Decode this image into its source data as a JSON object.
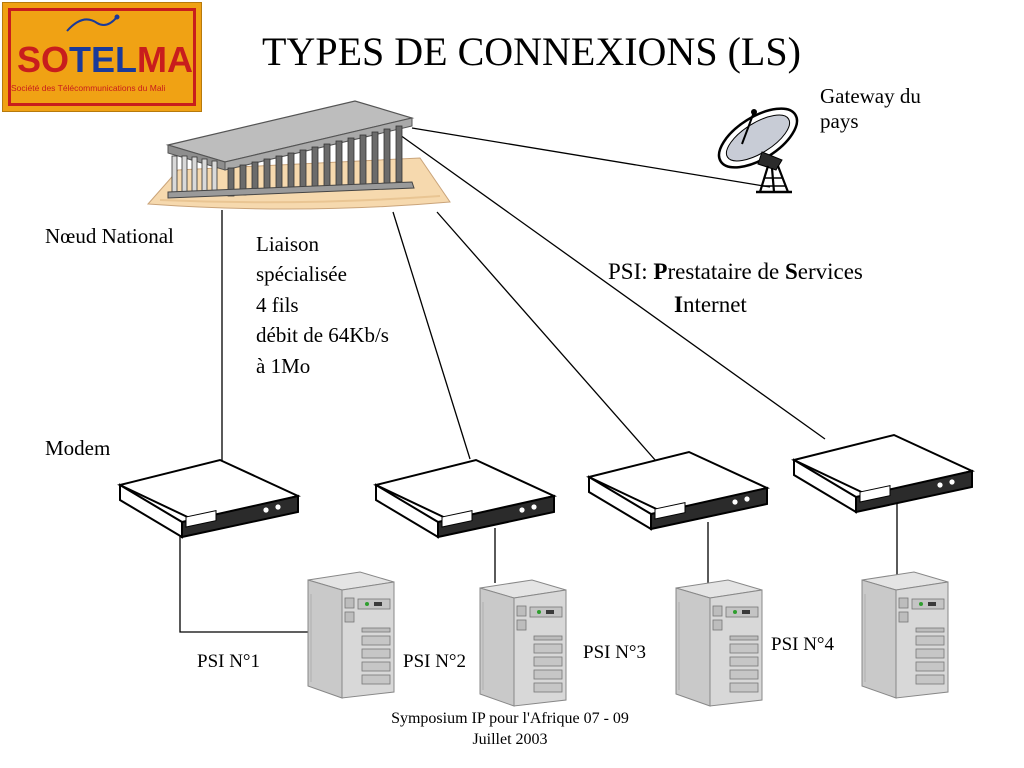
{
  "slide": {
    "title": "TYPES DE CONNEXIONS (LS)",
    "footer": "Symposium IP pour l'Afrique 07 - 09\nJuillet 2003"
  },
  "logo": {
    "text_so": "SO",
    "text_tel": "TEL",
    "text_ma": "MA",
    "subtitle": "Société des Télécommunications du Mali",
    "background_color": "#f0a214",
    "accent_red": "#c81d1d",
    "accent_blue": "#1a3a9a"
  },
  "labels": {
    "gateway": "Gateway du\npays",
    "national_node": "Nœud National",
    "leased_line": "Liaison\nspécialisée\n4 fils\ndébit de 64Kb/s\nà 1Mo",
    "psi_definition": {
      "prefix": "PSI: ",
      "p_initial": "P",
      "p_rest": "restataire de ",
      "s_initial": "S",
      "s_rest": "ervices",
      "i_initial": "I",
      "i_rest": "nternet"
    },
    "modem": "Modem"
  },
  "nodes": {
    "national_node_icon": "greek-temple-icon",
    "gateway_icon": "satellite-dish-icon",
    "modem_icon": "modem-icon",
    "server_icon": "tower-pc-icon"
  },
  "psi": [
    {
      "label": "PSI N°1"
    },
    {
      "label": "PSI N°2"
    },
    {
      "label": "PSI N°3"
    },
    {
      "label": "PSI N°4"
    }
  ]
}
